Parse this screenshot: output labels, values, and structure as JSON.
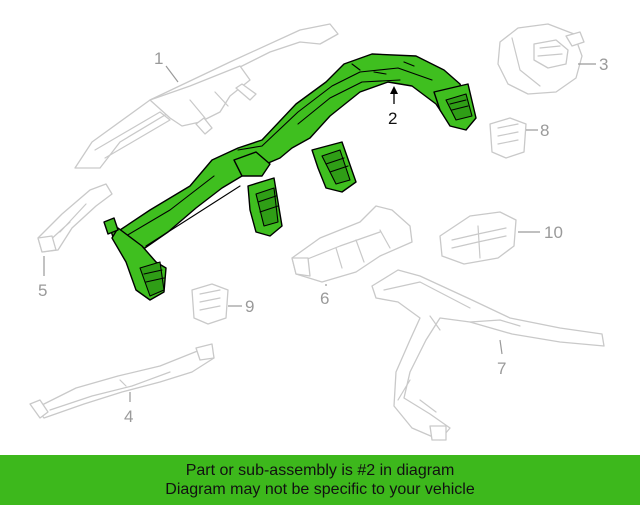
{
  "callouts": {
    "c1": "1",
    "c2": "2",
    "c3": "3",
    "c4": "4",
    "c5": "5",
    "c6": "6",
    "c7": "7",
    "c8": "8",
    "c9": "9",
    "c10": "10"
  },
  "highlighted_part": "2",
  "colors": {
    "highlight": "#3fbf1f",
    "banner": "#3db81c",
    "ghost_outline": "#c9c9c9"
  },
  "banner": {
    "line1": "Part or sub-assembly is #2 in diagram",
    "line2": "Diagram may not be specific to your vehicle"
  }
}
